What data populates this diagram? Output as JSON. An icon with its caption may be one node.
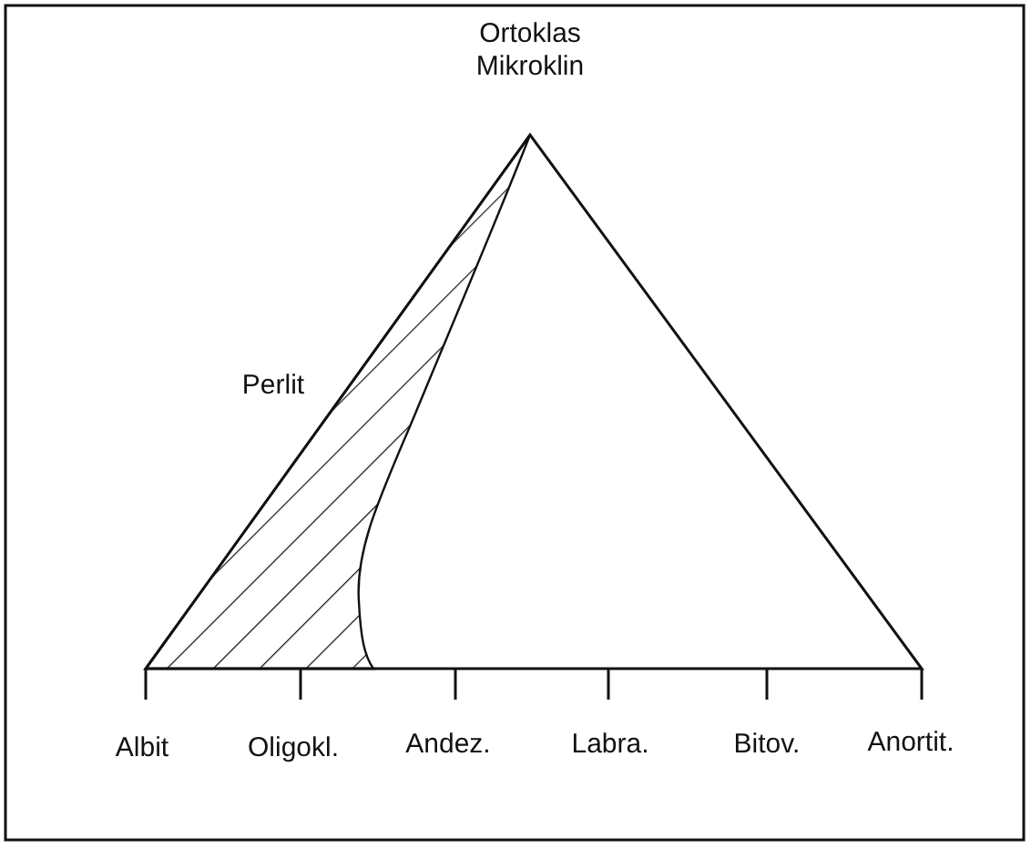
{
  "diagram": {
    "labels": [
      "Ortoklas Mikroklin",
      "Perlit",
      "Albit",
      "Oligokl.",
      "Andez.",
      "Labra.",
      "Bitov.",
      "Anortit."
    ]
  }
}
